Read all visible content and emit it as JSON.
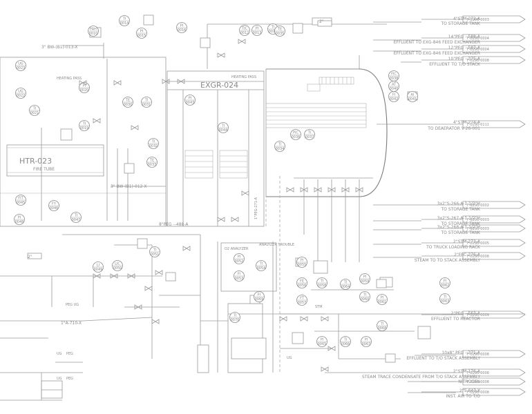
{
  "equipment": {
    "exchanger": "EXGR-024",
    "heater": "HTR-023",
    "heater_fuel": "FIRE TUBE",
    "heating_pass_left": "HEATING PASS",
    "heating_pass_right": "HEATING PASS",
    "o2_analyzer": "O2 ANALYZER",
    "analyzer_trouble": "ANALYZER TROUBLE"
  },
  "line_labels": {
    "bw_013": "3\" BW-(B1)-013-X",
    "bw_012": "3\" BW-(B1)-012-X",
    "peg_488": "8\"PEG --488-A",
    "dia2_top": "2\"",
    "dia2_mid": "2\"",
    "dia2_lower": "2\"",
    "ba_710": "1\"A-710-X",
    "peg_label_1": "PEG UG",
    "peg_label_2": "PEG",
    "ug_1": "UG",
    "ug_2": "UG",
    "ug_3": "UG",
    "peg_3": "PEG",
    "s271": "1\"PEG-271-A",
    "stm": "STM"
  },
  "offpage": [
    {
      "line": "4\"STM-272-A",
      "desc": "TO STORAGE TANK",
      "tag": "F-0290-0003"
    },
    {
      "line": "14\"PEG --588-A",
      "desc": "EFFLUENT TO EXG-846 FEED EXCHANGER",
      "tag": "F-0290-0004"
    },
    {
      "line": "12\"PEG --587-A",
      "desc": "EFFLUENT TO EXG-846 FEED EXCHANGER",
      "tag": "F-0290-0004"
    },
    {
      "line": "10\"PEG --375-A",
      "desc": "EFFLUENT TO T/O STACK",
      "tag": "F-0290-0008"
    },
    {
      "line": "4\"STM-274-A",
      "desc": "TO DEAERATOR V-26-001",
      "tag": "F-0290-0111"
    },
    {
      "line": "3x2\"S-266-A-1 1/2\"H",
      "desc": "TO STORAGE TANK",
      "tag": "F-0290-0002"
    },
    {
      "line": "3x2\"S-267-A-1 1/2\"H",
      "desc": "TO STORAGE TANK",
      "tag": "F-0290-0003"
    },
    {
      "line": "3x2\"S-268-A-1 1/2\"H",
      "desc": "TO STORAGE TANK",
      "tag": "F-0290-0003"
    },
    {
      "line": "2\"STM-273-A",
      "desc": "TO TRUCK LOADING RACK",
      "tag": "F-0290-0005"
    },
    {
      "line": "2\"FRC-276-A",
      "desc": "STEAM TO TO STACK ASSEMBLY",
      "tag": "F-0290-0008"
    },
    {
      "line": "2\"PEG --563-A",
      "desc": "EFFLUENT TO REACTOR",
      "tag": "F-0290-0009"
    },
    {
      "line": "10x8\" PEG --371-A",
      "desc": "EFFLUENT TO T/O STACK ASSEMBLY",
      "tag": "F-0290-0008"
    },
    {
      "line": "2\"STM-176-A",
      "desc": "STEAM TRACE CONDENSATE FROM T/O STACK ASSEMBLY",
      "tag": "F-0290-0008"
    },
    {
      "line": "",
      "desc": "NITROGEN",
      "tag": "F-0290-0008"
    },
    {
      "line": "2\"S-643-X",
      "desc": "INST. AIR TO T/O",
      "tag": "F-0290-0008"
    }
  ],
  "instruments": [
    {
      "id": "i1",
      "top": "PAH",
      "bot": "0010"
    },
    {
      "id": "i2",
      "top": "PI",
      "bot": "0015"
    },
    {
      "id": "i3",
      "top": "TI",
      "bot": "0014"
    },
    {
      "id": "i4",
      "top": "PI",
      "bot": "0016"
    },
    {
      "id": "i5",
      "top": "TI",
      "bot": "0017"
    },
    {
      "id": "i6",
      "top": "PI",
      "bot": "0013"
    },
    {
      "id": "i7",
      "top": "TIC",
      "bot": "0012"
    },
    {
      "id": "i8",
      "top": "UG",
      "bot": "0023"
    },
    {
      "id": "i9",
      "top": "UG",
      "bot": "0022"
    },
    {
      "id": "i10",
      "top": "TI",
      "bot": "0021"
    },
    {
      "id": "i11",
      "top": "PI",
      "bot": "0020"
    },
    {
      "id": "i12",
      "top": "TI",
      "bot": "0019"
    },
    {
      "id": "i13",
      "top": "TE",
      "bot": "0030"
    },
    {
      "id": "i14",
      "top": "TI",
      "bot": "0031"
    },
    {
      "id": "i15",
      "top": "TI",
      "bot": "0032"
    },
    {
      "id": "i16",
      "top": "TE",
      "bot": "0033"
    },
    {
      "id": "i17",
      "top": "TI",
      "bot": "0034"
    },
    {
      "id": "i18",
      "top": "TE",
      "bot": "0035"
    },
    {
      "id": "i19",
      "top": "PIC",
      "bot": "0036"
    },
    {
      "id": "i20",
      "top": "TI",
      "bot": "0037"
    },
    {
      "id": "i21",
      "top": "FIC",
      "bot": "0038"
    },
    {
      "id": "i22",
      "top": "AT",
      "bot": "0040"
    },
    {
      "id": "i23",
      "top": "AI",
      "bot": "0041"
    },
    {
      "id": "i24",
      "top": "FI",
      "bot": "0042"
    },
    {
      "id": "i25",
      "top": "PI",
      "bot": "0043"
    },
    {
      "id": "i26",
      "top": "TI",
      "bot": "0044"
    },
    {
      "id": "i27",
      "top": "FIT",
      "bot": "0045"
    },
    {
      "id": "i28",
      "top": "FY",
      "bot": "0046"
    },
    {
      "id": "i29",
      "top": "TI",
      "bot": "0047"
    },
    {
      "id": "i30",
      "top": "PI",
      "bot": "0048"
    },
    {
      "id": "i31",
      "top": "LI",
      "bot": "0049"
    },
    {
      "id": "i32",
      "top": "LIC",
      "bot": "0050"
    },
    {
      "id": "i33",
      "top": "TI",
      "bot": "0051"
    },
    {
      "id": "i34",
      "top": "PI",
      "bot": "0052"
    },
    {
      "id": "i35",
      "top": "FI",
      "bot": "0053"
    },
    {
      "id": "i36",
      "top": "TI",
      "bot": "0054"
    },
    {
      "id": "i37",
      "top": "PI",
      "bot": "0055"
    },
    {
      "id": "i38",
      "top": "FE",
      "bot": "0056"
    },
    {
      "id": "i39",
      "top": "FT",
      "bot": "0057"
    },
    {
      "id": "i40",
      "top": "TI",
      "bot": "0058"
    },
    {
      "id": "i41",
      "top": "PI",
      "bot": "0059"
    },
    {
      "id": "i42",
      "top": "TI",
      "bot": "0060"
    },
    {
      "id": "i43",
      "top": "PI",
      "bot": "0061"
    },
    {
      "id": "i44",
      "top": "FI",
      "bot": "0062"
    },
    {
      "id": "i45",
      "top": "TI",
      "bot": "0063"
    },
    {
      "id": "i46",
      "top": "TI",
      "bot": "0064"
    },
    {
      "id": "i47",
      "top": "PI",
      "bot": "0065"
    },
    {
      "id": "i48",
      "top": "TI",
      "bot": "0066"
    },
    {
      "id": "i49",
      "top": "PI",
      "bot": "0067"
    },
    {
      "id": "i50",
      "top": "TI",
      "bot": "0068"
    },
    {
      "id": "i51",
      "top": "FI",
      "bot": "0069"
    },
    {
      "id": "i52",
      "top": "TI",
      "bot": "0070"
    }
  ]
}
